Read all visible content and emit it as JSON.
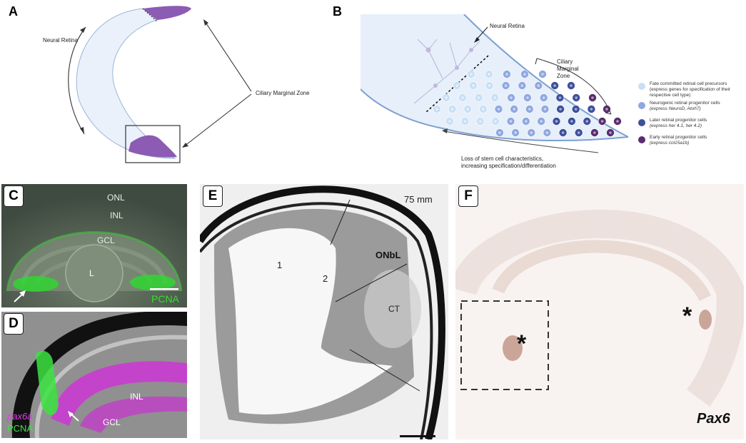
{
  "panels": {
    "a": {
      "label": "A",
      "neural_retina": "Neural Retina",
      "cmz": "Ciliary Marginal Zone"
    },
    "b": {
      "label": "B",
      "neural_retina": "Neural Retina",
      "cmz_line1": "Ciliary",
      "cmz_line2": "Marginal",
      "cmz_line3": "Zone",
      "arrow_line1": "Loss of stem cell characteristics,",
      "arrow_line2": "increasing specification/differentiation",
      "legend": [
        {
          "title": "Fate committed retinal cell precursors",
          "sub1": "(express genes for specification of their",
          "sub2": "respective cell type)",
          "color": "#c9dff5"
        },
        {
          "title": "Neurogenic retinal progenitor cells",
          "sub1": "(express NeuroD, Atoh7)",
          "sub2": "",
          "color": "#8fa8e0"
        },
        {
          "title": "Later retinal progenitor cells",
          "sub1": "(express her 4.1, her 4.2)",
          "sub2": "",
          "color": "#3e4f9c"
        },
        {
          "title": "Early retinal progenitor cells",
          "sub1": "(express col15a1b)",
          "sub2": "",
          "color": "#5a2d6e"
        }
      ]
    },
    "c": {
      "label": "C",
      "onl": "ONL",
      "inl": "INL",
      "gcl": "GCL",
      "lens": "L",
      "stain": "PCNA"
    },
    "d": {
      "label": "D",
      "inl": "INL",
      "gcl": "GCL",
      "stain1": "pax6a",
      "stain2": "PCNA"
    },
    "e": {
      "label": "E",
      "scale": "75 mm",
      "one": "1",
      "two": "2",
      "onbl": "ONbL",
      "ct": "CT"
    },
    "f": {
      "label": "F",
      "stain": "Pax6",
      "star1": "*",
      "star2": "*"
    }
  }
}
